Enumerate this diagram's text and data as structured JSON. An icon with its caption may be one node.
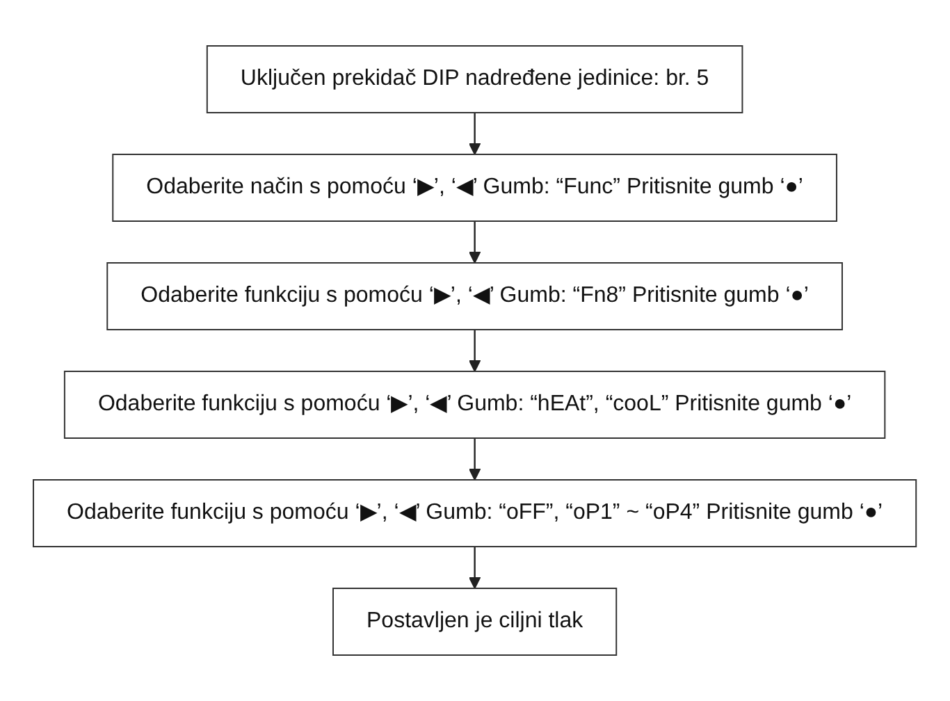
{
  "diagram": {
    "nodes": [
      {
        "text": [
          "Uključen prekidač DIP nadređene jedinice: br. 5"
        ]
      },
      {
        "text": [
          "Odaberite način s pomoću ‘▶’, ‘◀’ Gumb: “Func” Pritisnite gumb ‘●’"
        ]
      },
      {
        "text": [
          "Odaberite funkciju s pomoću ‘▶’, ‘◀’ Gumb: “Fn8” Pritisnite gumb ‘●’"
        ]
      },
      {
        "text": [
          "Odaberite funkciju s pomoću ‘▶’, ‘◀’ Gumb: “hEAt”, “cooL” Pritisnite gumb ‘●’"
        ]
      },
      {
        "text": [
          "Odaberite funkciju s pomoću ‘▶’, ‘◀’ Gumb: “oFF”, “oP1” ~ “oP4” Pritisnite gumb ‘●’"
        ]
      },
      {
        "text": [
          "Postavljen je ciljni tlak"
        ]
      }
    ],
    "edges": [
      {
        "from": 0,
        "to": 1,
        "arrow": "to"
      },
      {
        "from": 1,
        "to": 2,
        "arrow": "to"
      },
      {
        "from": 2,
        "to": 3,
        "arrow": "to"
      },
      {
        "from": 3,
        "to": 4,
        "arrow": "to"
      },
      {
        "from": 4,
        "to": 5,
        "arrow": "to"
      }
    ]
  }
}
